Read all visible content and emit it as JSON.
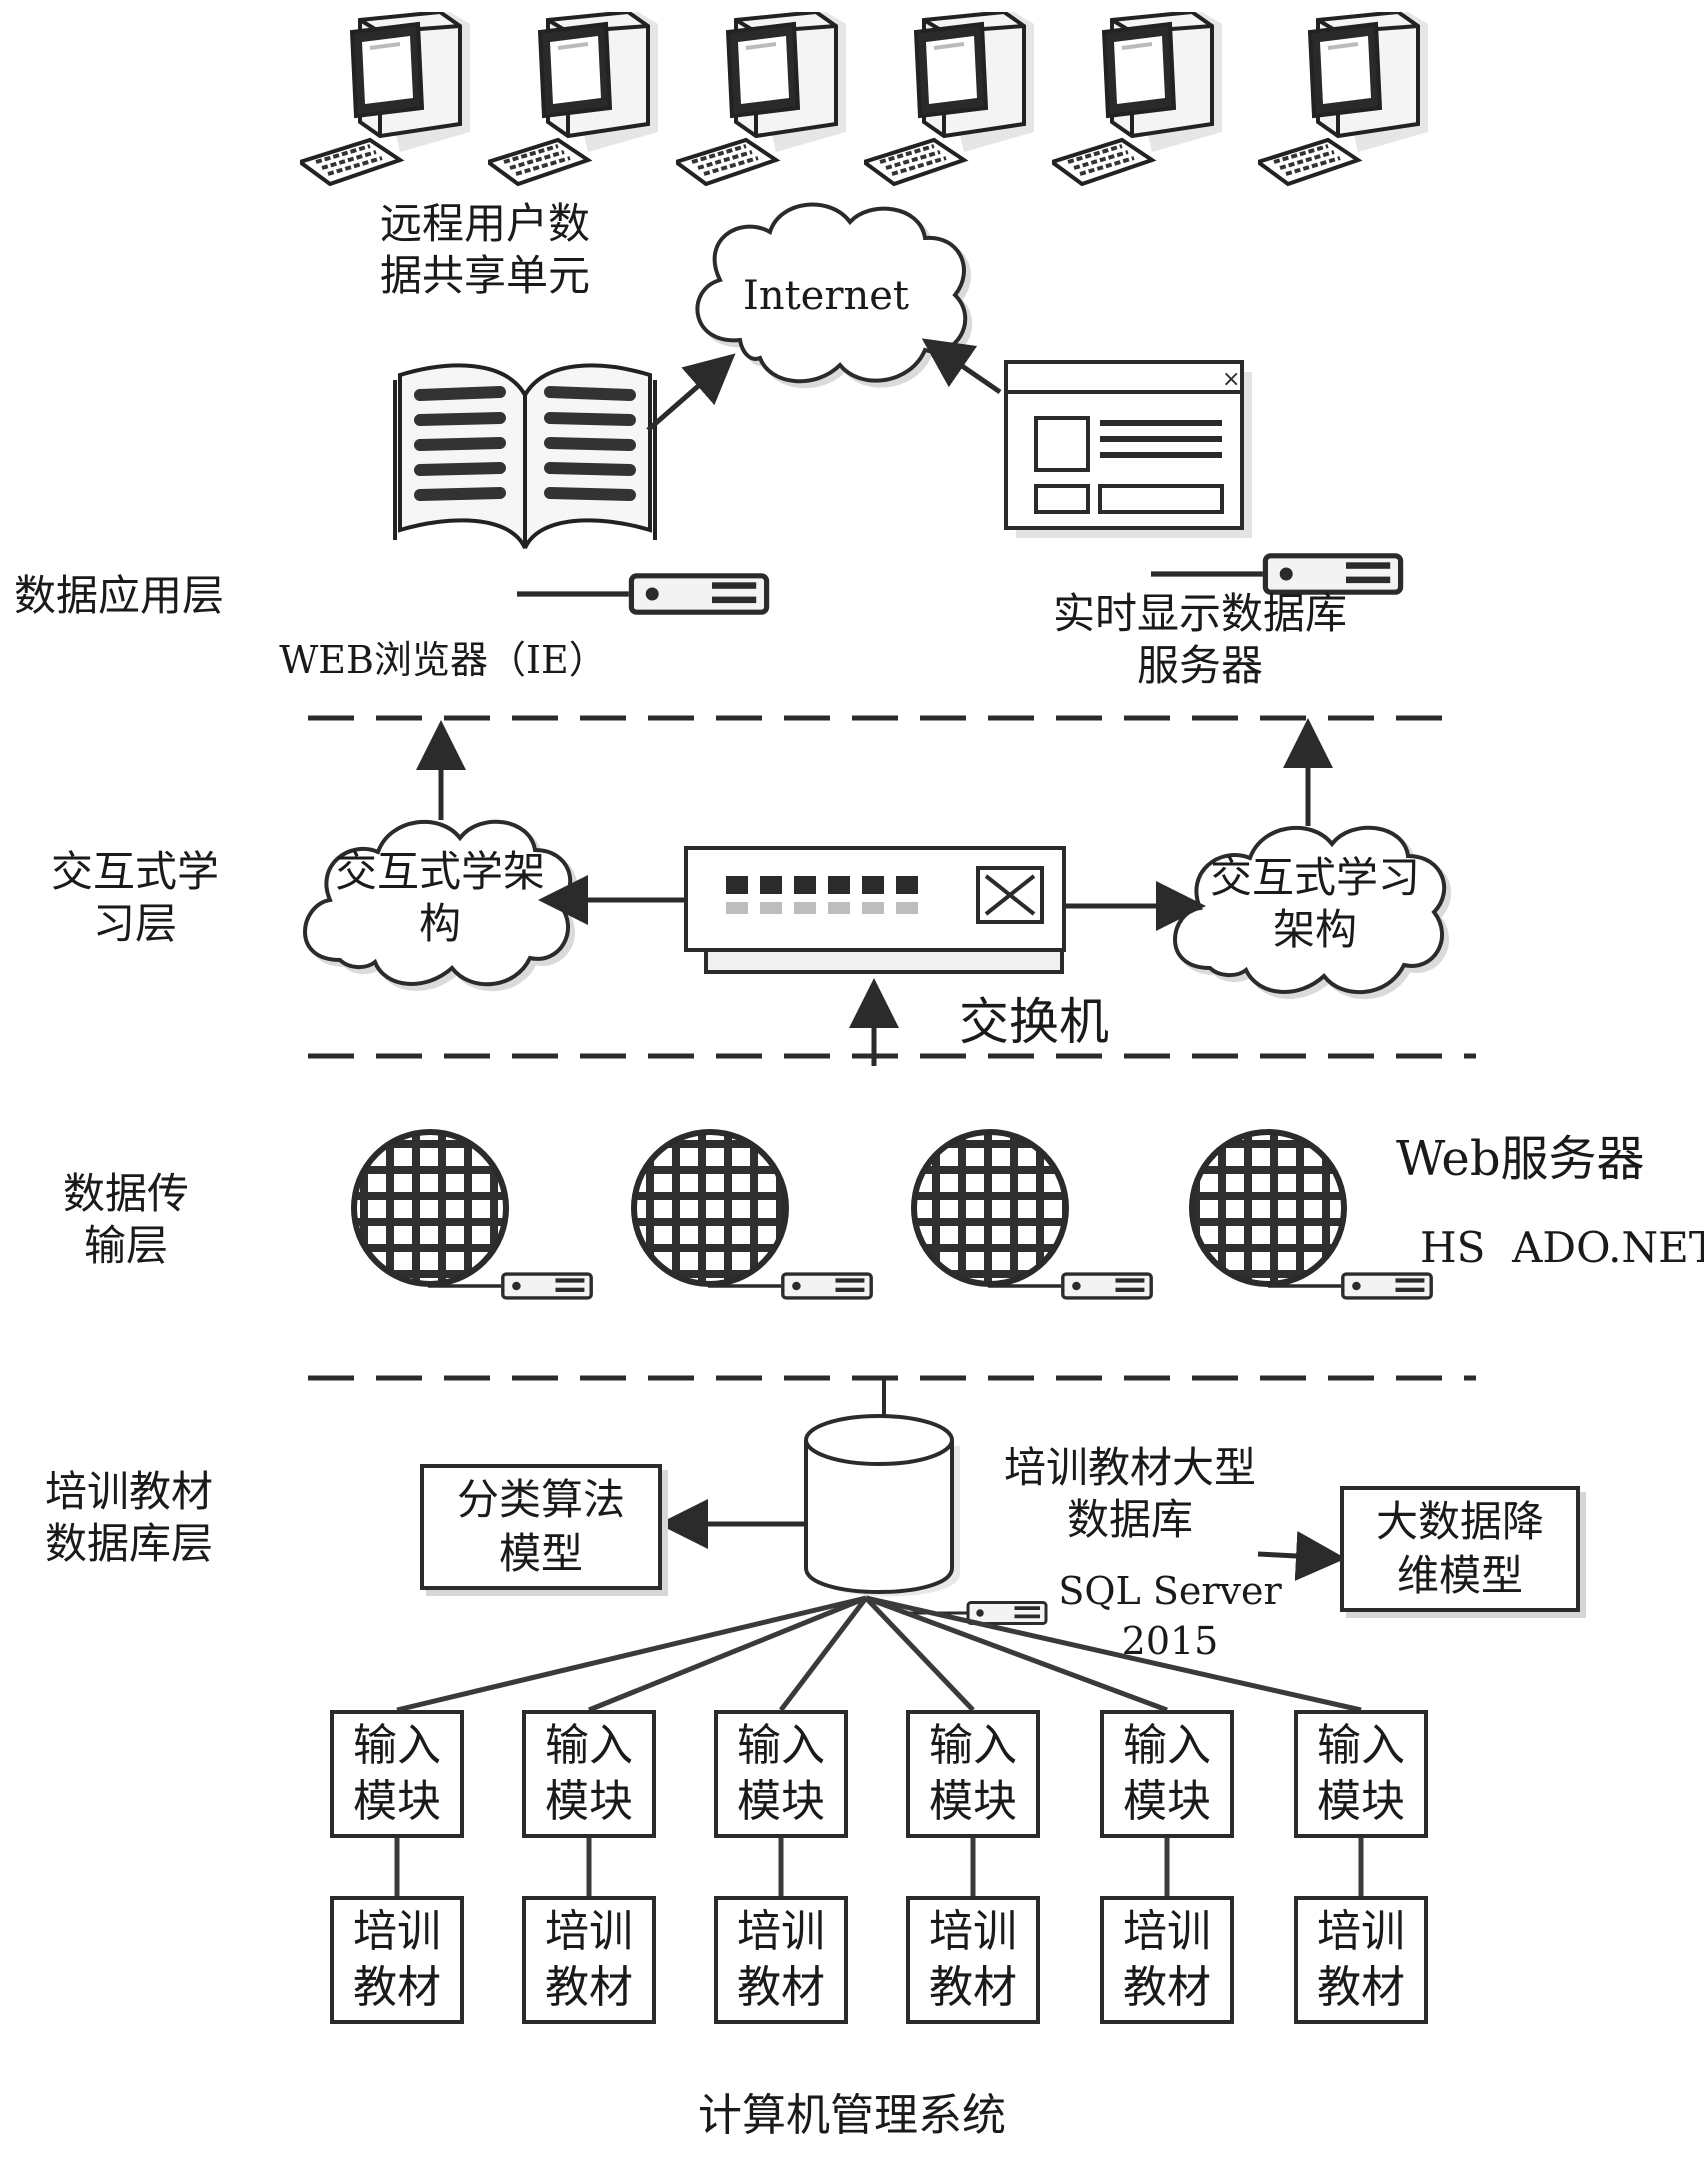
{
  "layers": {
    "application": "数据应用层",
    "interactive": [
      "交互式学",
      "习层"
    ],
    "transmission": [
      "数据传",
      "输层"
    ],
    "database": [
      "培训教材",
      "数据库层"
    ]
  },
  "top": {
    "remote_users": [
      "远程用户数",
      "据共享单元"
    ],
    "internet": "Internet",
    "browser": "WEB浏览器（IE）",
    "rt_server": [
      "实时显示数据库",
      "服务器"
    ]
  },
  "interactive": {
    "cloud_left": [
      "交互式学架",
      "构"
    ],
    "cloud_right": [
      "交互式学习",
      "架构"
    ],
    "switch": "交换机"
  },
  "transmission": {
    "web_server": "Web服务器",
    "ado": "HS  ADO.NET"
  },
  "database": {
    "classify_model": [
      "分类算法",
      "模型"
    ],
    "big_db": [
      "培训教材大型",
      "数据库"
    ],
    "sql": [
      "SQL Server",
      "2015"
    ],
    "reduce_model": [
      "大数据降",
      "维模型"
    ]
  },
  "modules": {
    "input": [
      "输入",
      "模块"
    ],
    "material": [
      "培训",
      "教材"
    ],
    "count": 6
  },
  "footer": "计算机管理系统"
}
